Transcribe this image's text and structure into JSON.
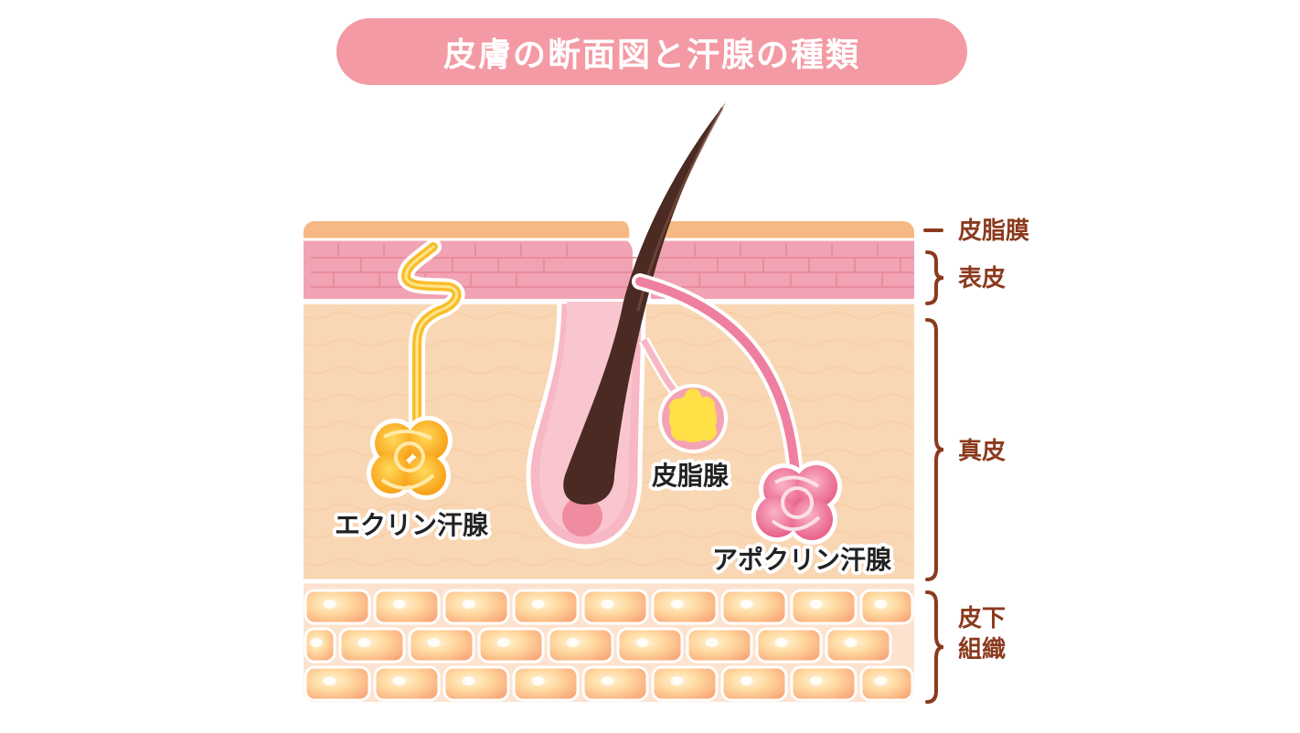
{
  "title": "皮膚の断面図と汗腺の種類",
  "colors": {
    "title_bg": "#f49aa4",
    "sebum_film": "#f6b985",
    "epidermis": "#f2a3b3",
    "dermis": "#f9d7b4",
    "subcutis": "#fbc9a8",
    "hair": "#4a2a22",
    "eccrine": "#f7b316",
    "apocrine": "#ec6f93",
    "sebaceous": "#ffe046",
    "layer_label": "#8b3a1e"
  },
  "labels": {
    "eccrine": "エクリン汗腺",
    "sebaceous": "皮脂腺",
    "apocrine": "アポクリン汗腺"
  },
  "layers": {
    "sebum": "皮脂膜",
    "epidermis": "表皮",
    "dermis": "真皮",
    "subcutis_line1": "皮下",
    "subcutis_line2": "組織"
  }
}
